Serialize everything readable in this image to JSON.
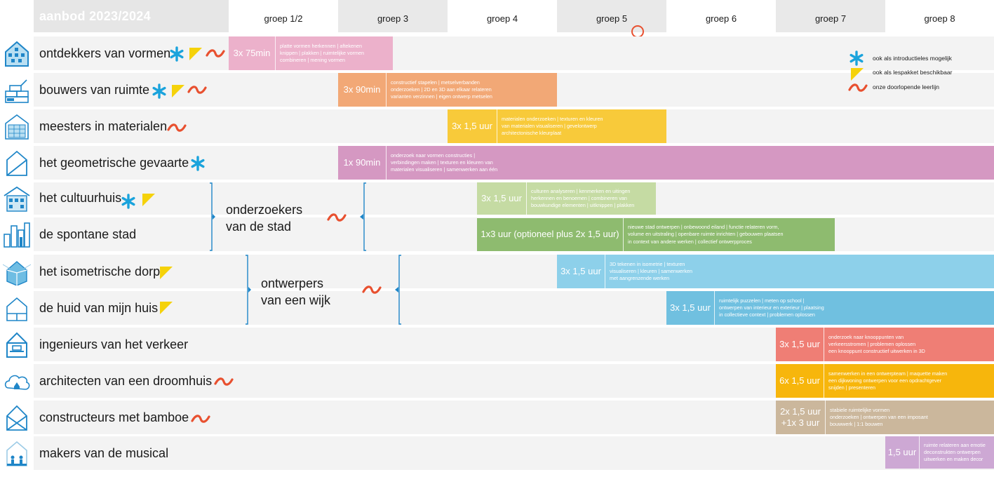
{
  "header": {
    "title": "aanbod 2023/2024",
    "groups": [
      "groep 1/2",
      "groep 3",
      "groep 4",
      "groep 5",
      "groep 6",
      "groep 7",
      "groep 8"
    ]
  },
  "legend": [
    {
      "icon": "asterisk-icon",
      "text": "ook als introductieles mogelijk"
    },
    {
      "icon": "flag-icon",
      "text": "ook als lespakket beschikbaar"
    },
    {
      "icon": "tilde-icon",
      "text": "onze doorlopende leerlijn"
    }
  ],
  "groupings": [
    {
      "name_line1": "onderzoekers",
      "name_line2": "van de stad"
    },
    {
      "name_line1": "ontwerpers",
      "name_line2": "van een wijk"
    }
  ],
  "rows": [
    {
      "label": "ontdekkers van vormen",
      "duration": "3x 75min",
      "desc": [
        "platte vormen herkennen | aftekenen",
        "knippen | plakken | ruimtelijke vormen",
        "combineren | mening vormen"
      ]
    },
    {
      "label": "bouwers van ruimte",
      "duration": "3x 90min",
      "desc": [
        "constructief stapelen | metselverbanden",
        "onderzoeken | 2D en 3D aan elkaar relateren",
        "varianten verzinnen | eigen ontwerp metselen"
      ]
    },
    {
      "label": "meesters in materialen",
      "duration": "3x 1,5 uur",
      "desc": [
        "materialen onderzoeken | texturen en kleuren",
        "van materialen visualiseren | gevelontwerp",
        "architectonische kleurplaat"
      ]
    },
    {
      "label": "het geometrische gevaarte",
      "duration": "1x 90min",
      "desc": [
        "onderzoek naar vormen constructies |",
        "verbindingen maken | texturen en kleuren van",
        "materialen visualiseren | samenwerken aan één"
      ]
    },
    {
      "label": "het cultuurhuis",
      "duration": "3x 1,5 uur",
      "desc": [
        "culturen analyseren | kenmerken en uitingen",
        "herkennen en benoemen | combineren van",
        "bouwkundige elementen | uitknippen | plakken"
      ]
    },
    {
      "label": "de spontane stad",
      "duration": "1x3 uur (optioneel plus 2x 1,5 uur)",
      "desc": [
        "nieuwe stad ontwerpen | onbewoond eiland | functie relateren vorm,",
        "volume en uitstraling | openbare ruimte inrichten | gebouwen plaatsen",
        "in context van andere werken | collectief ontwerpproces"
      ]
    },
    {
      "label": "het isometrische dorp",
      "duration": "3x 1,5 uur",
      "desc": [
        "3D tekenen in isometrie | texturen",
        "visualiseren | kleuren | samenwerken",
        "met aangrenzende werken"
      ]
    },
    {
      "label": "de huid van mijn huis",
      "duration": "3x 1,5 uur",
      "desc": [
        "ruimtelijk puzzelen | meten op school |",
        "ontwerpen van interieur en exterieur | plaatsing",
        "in collectieve context | problemen oplossen"
      ]
    },
    {
      "label": "ingenieurs van het verkeer",
      "duration": "3x 1,5 uur",
      "desc": [
        "onderzoek naar knooppunten van",
        "verkeersstromen | problemen oplossen",
        "een knooppunt constructief uitwerken in 3D"
      ]
    },
    {
      "label": "architecten van een droomhuis",
      "duration": "6x 1,5 uur",
      "desc": [
        "samenwerken in een ontwerpteam | maquette maken",
        "een dijkwoning ontwerpen voor een opdrachtgever",
        "snijden | presenteren"
      ]
    },
    {
      "label": "constructeurs met bamboe",
      "duration_line1": "2x 1,5 uur",
      "duration_line2": "+1x 3 uur",
      "desc": [
        "stabiele ruimtelijke vormen",
        "onderzoeken | ontwerpen van een imposant",
        "bouwwerk | 1:1 bouwen"
      ]
    },
    {
      "label": "makers van de musical",
      "duration": "1,5 uur",
      "desc": [
        "ruimte relateren aan emotie",
        "deconstrukten ontwerpen",
        "uitwerken en maken decor"
      ]
    }
  ],
  "colors": {
    "pink": "#ecb1cb",
    "orange": "#f2a876",
    "yellow": "#f8ca3a",
    "purple": "#d598c2",
    "lightgreen": "#c5dba3",
    "green": "#8ebb6f",
    "lightblue": "#8dd0ea",
    "blue": "#70c0e0",
    "red": "#ef7e75",
    "amber": "#f7b60c",
    "tan": "#cbb79c",
    "lilac": "#cda8d4",
    "accent_blue": "#1aa3dc",
    "accent_red": "#e8502f",
    "flag_yellow": "#f5d20a"
  }
}
